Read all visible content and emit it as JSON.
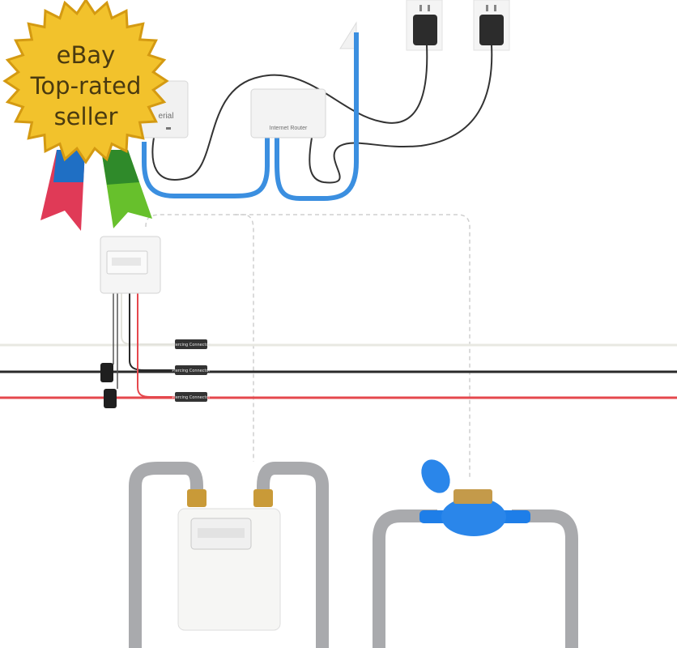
{
  "badge": {
    "lines": [
      "eBay",
      "Top-rated",
      "seller"
    ],
    "colors": {
      "seal": "#f2c22c",
      "seal_edge": "#d49a12",
      "ribbon_left": [
        "#1f6fc4",
        "#e03a57",
        "#c8203a"
      ],
      "ribbon_right": [
        "#f3c21a",
        "#2f8a2a",
        "#67c02c"
      ]
    }
  },
  "devices": {
    "serial_box_label": "erial",
    "router_label": "Internet Router"
  },
  "cables": {
    "colors": {
      "ethernet": "#3b8fe0",
      "power": "#333333",
      "dashed_link": "#cfcfcf",
      "neutral": "#e8e8e2",
      "live_black": "#2a2a2a",
      "live_red": "#e5484d",
      "pipe": "#a9aaad"
    }
  },
  "connectors": [
    "Piercing Connector",
    "Piercing Connector",
    "Piercing Connector"
  ],
  "icons": {
    "outlet_1": "power-outlet-icon",
    "outlet_2": "power-outlet-icon",
    "gas_meter": "gas-meter-icon",
    "water_meter": "water-meter-icon",
    "energy_meter": "energy-meter-icon",
    "ct_clamp": "current-clamp-icon"
  }
}
